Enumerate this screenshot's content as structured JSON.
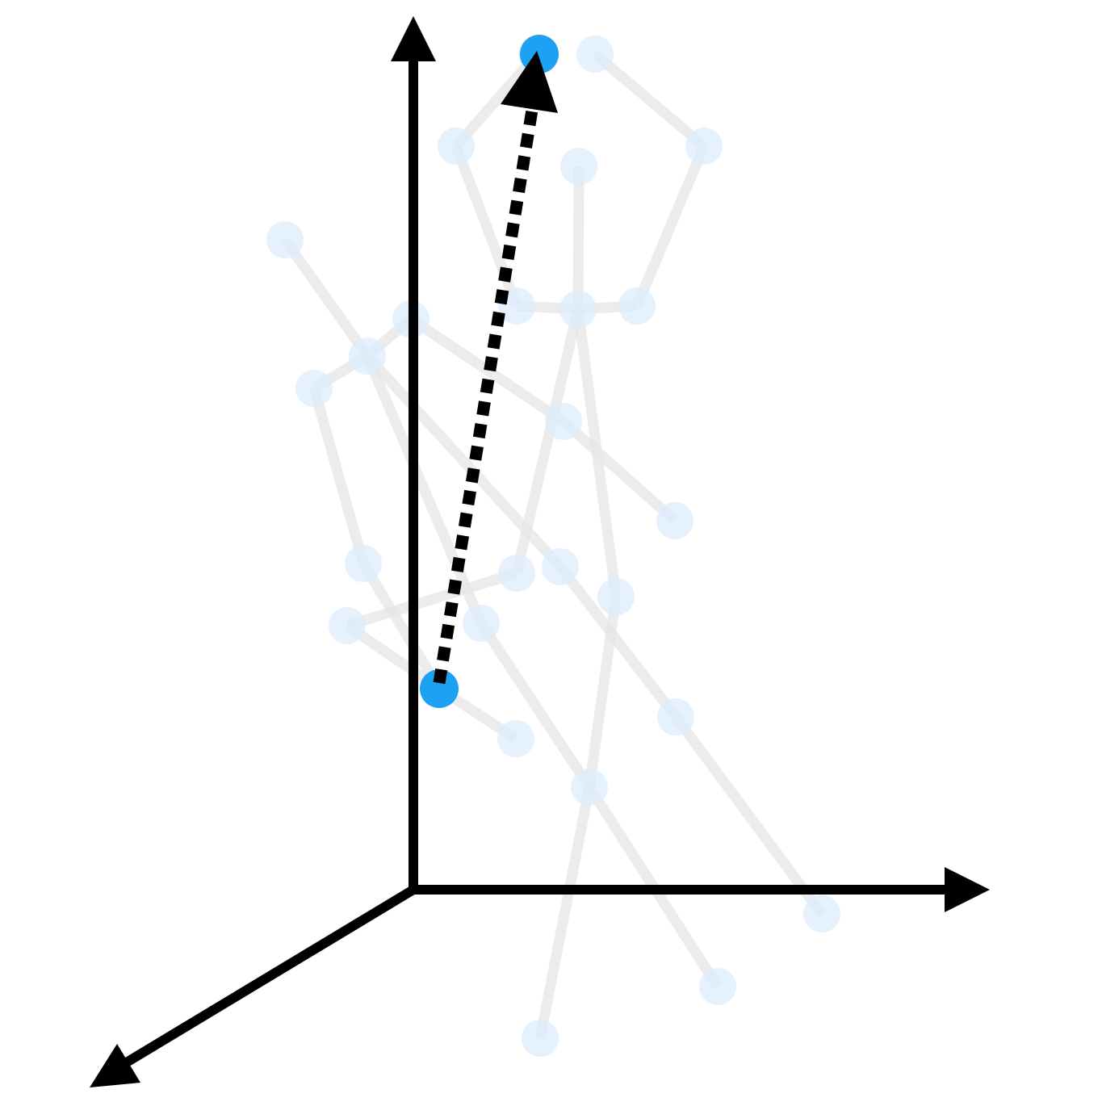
{
  "colors": {
    "background": "#ffffff",
    "axis": "#000000",
    "bone": "#e6e6e6",
    "joint_faded": "#dcecfb",
    "joint_highlight": "#1da1f2",
    "displacement_arrow": "#000000"
  },
  "axes": [
    "y-axis-up",
    "x-axis-right",
    "z-axis-front"
  ],
  "skeleton": {
    "joint_count": 25,
    "highlighted_joints": [
      "start-joint",
      "end-joint"
    ]
  },
  "displacement": {
    "style": "dotted",
    "from": "start-joint",
    "to": "end-joint"
  }
}
